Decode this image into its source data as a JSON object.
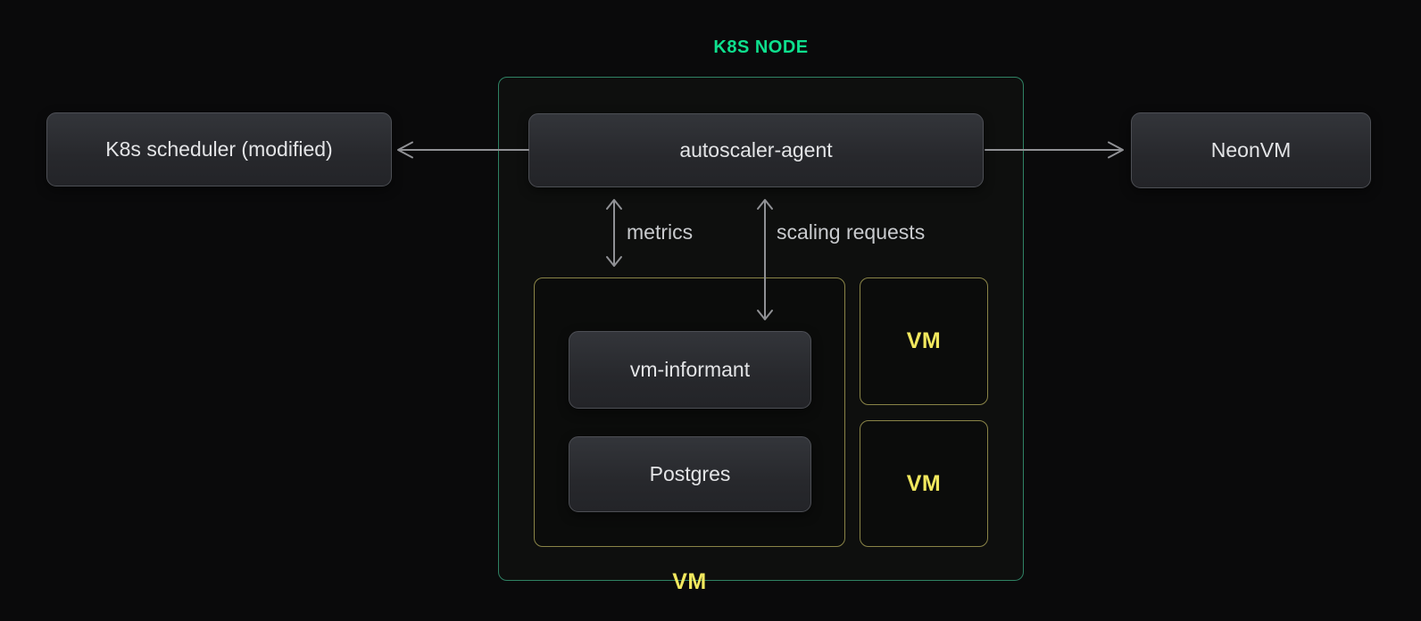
{
  "title": "K8S NODE",
  "nodes": {
    "scheduler": {
      "label": "K8s scheduler (modified)"
    },
    "autoscaler": {
      "label": "autoscaler-agent"
    },
    "neonvm": {
      "label": "NeonVM"
    },
    "vm_group": {
      "label": "VM"
    },
    "vm_informant": {
      "label": "vm-informant"
    },
    "postgres": {
      "label": "Postgres"
    },
    "vm_top": {
      "label": "VM"
    },
    "vm_bottom": {
      "label": "VM"
    }
  },
  "edges": {
    "metrics": {
      "label": "metrics"
    },
    "scaling_requests": {
      "label": "scaling requests"
    }
  },
  "colors": {
    "background": "#0a0a0b",
    "title_green": "#0ee08e",
    "container_border_green": "#2f8264",
    "vm_border_yellow": "#8a8447",
    "vm_text_yellow": "#f1e85e",
    "node_fill_top": "#33353a",
    "node_fill_bottom": "#232428",
    "node_border": "#4d4f55",
    "node_text": "#e3e4e6",
    "arrow_gray": "#909195",
    "edge_label_text": "#c9cbce"
  }
}
